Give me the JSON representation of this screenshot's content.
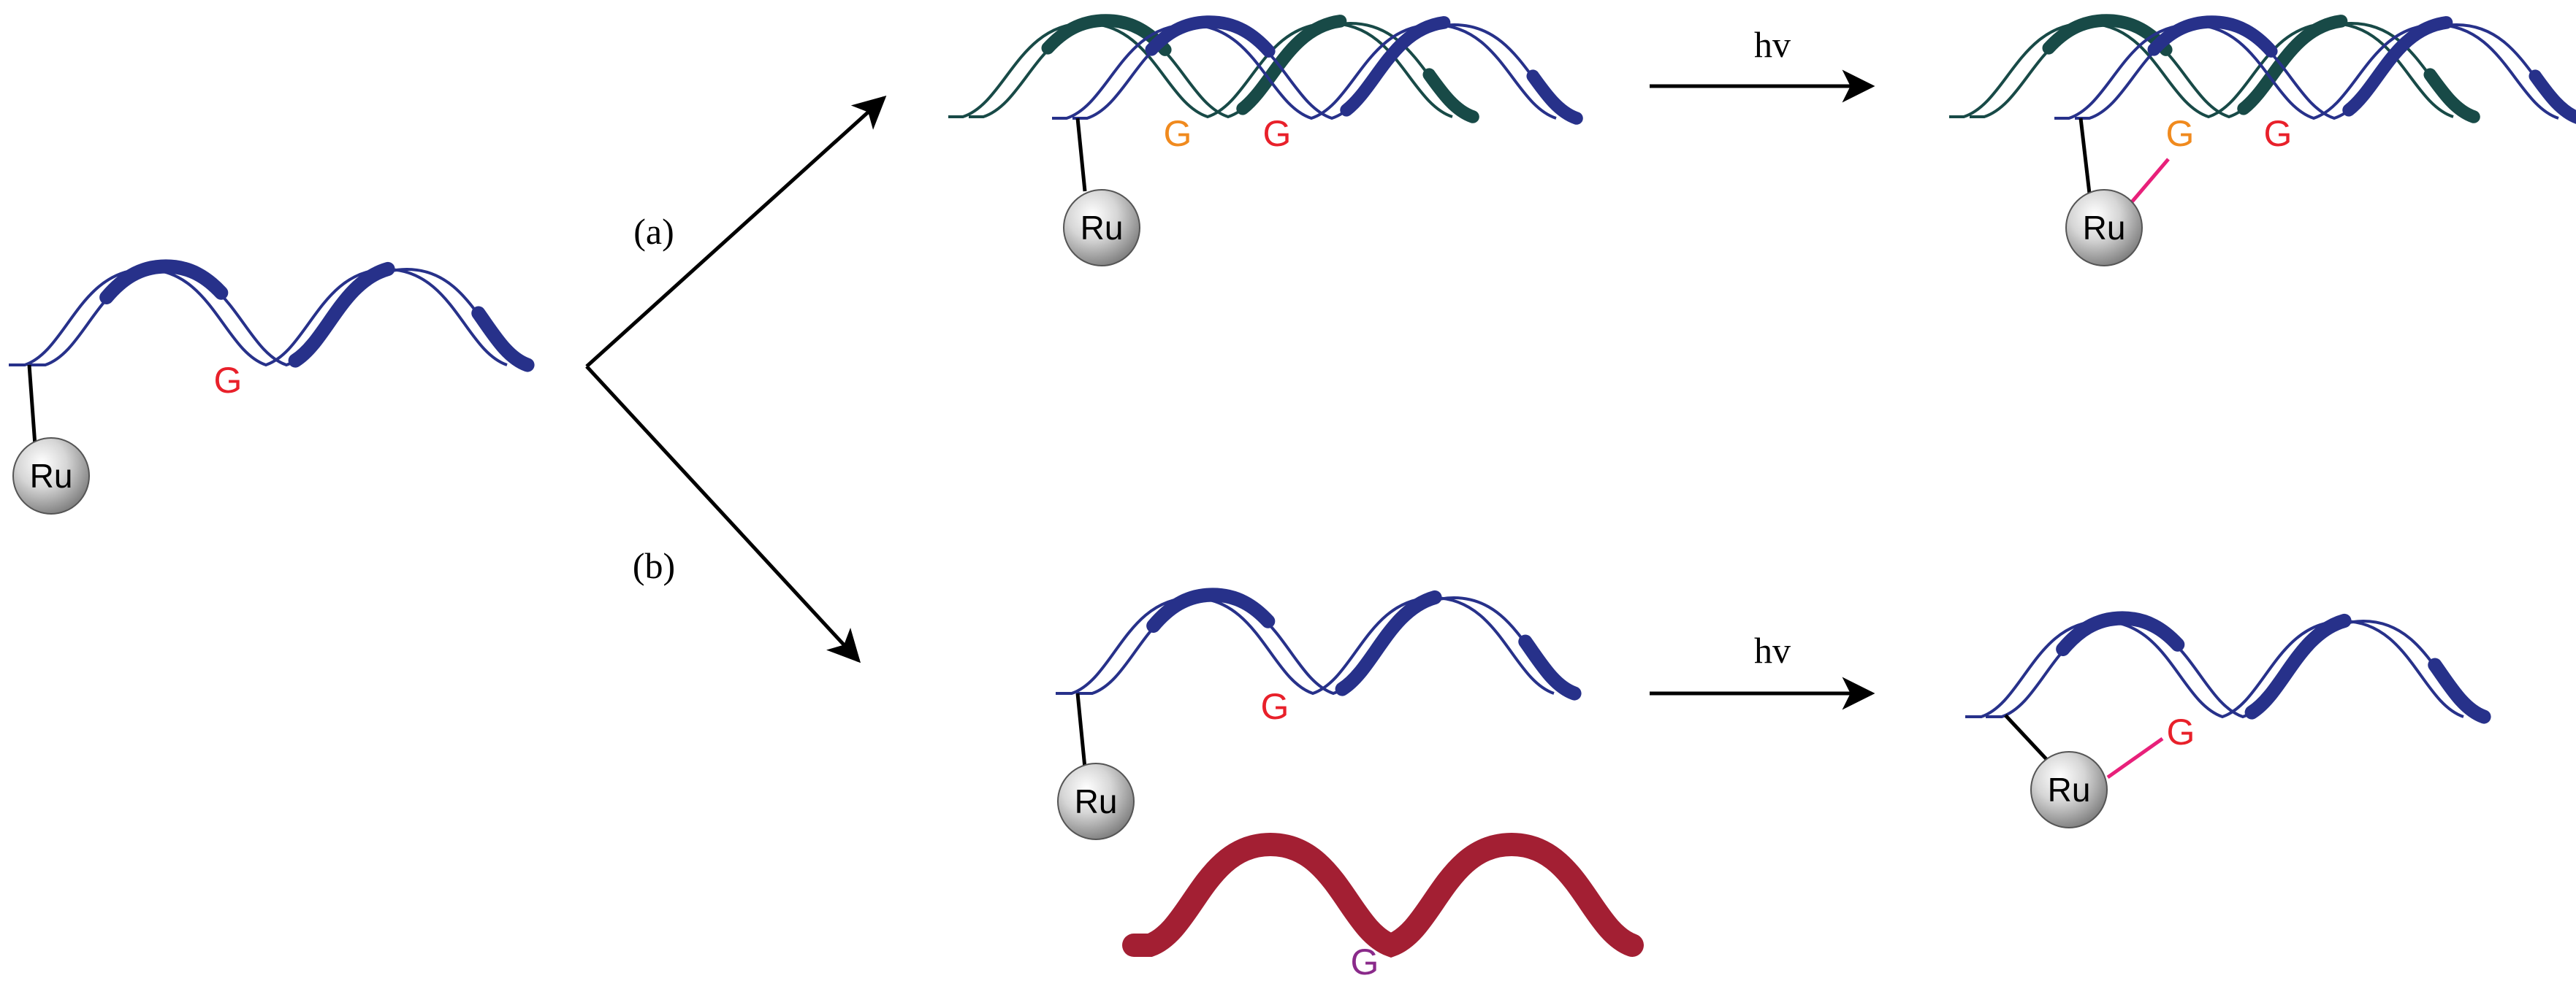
{
  "labels": {
    "metal": "Ru",
    "base": "G",
    "path_a": "(a)",
    "path_b": "(b)",
    "light": "hv"
  },
  "colors": {
    "probe_strand": "#27318a",
    "complement_strand": "#184a47",
    "mismatch_strand": "#a31f33",
    "guanine_red": "#e8202a",
    "guanine_orange": "#f08a1e",
    "guanine_purple": "#8a2a8a",
    "crosslink": "#e8207a",
    "arrow": "#000000"
  }
}
